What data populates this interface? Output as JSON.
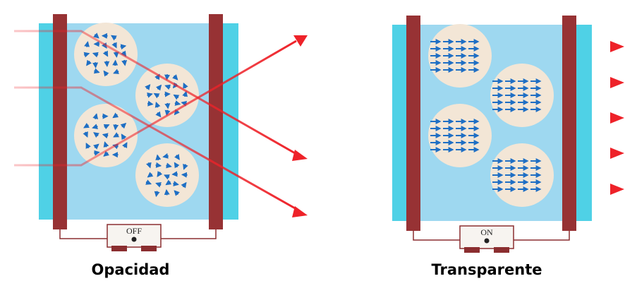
{
  "panels": [
    {
      "id": "off",
      "caption": "Opacidad",
      "switch_label": "OFF",
      "state": "scattered"
    },
    {
      "id": "on",
      "caption": "Transparente",
      "switch_label": "ON",
      "state": "aligned"
    }
  ],
  "colors": {
    "background": "#ffffff",
    "outer_glass": "#4fd1e6",
    "inner_cell": "#9ed8f0",
    "electrode": "#973234",
    "droplet": "#f3e6d6",
    "molecule_arrow": "#1f6fc4",
    "light_ray": "#ee2229",
    "wire": "#8b2e30",
    "switch_body": "#f7f4f0",
    "switch_base": "#8b2e30"
  },
  "icons": {
    "molecule": "arrow-icon",
    "light_ray_head": "arrowhead-icon",
    "switch_indicator": "dot-icon"
  }
}
